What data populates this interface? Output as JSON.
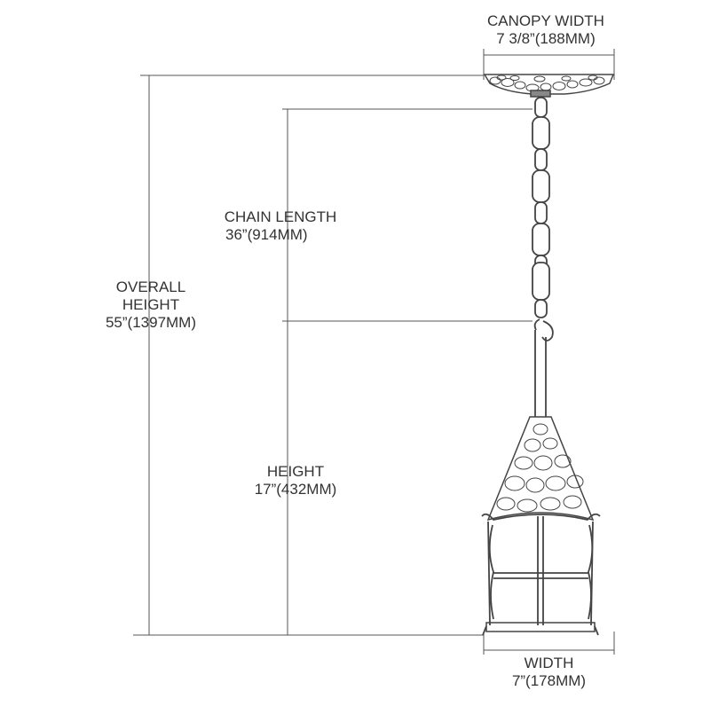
{
  "dimensions": {
    "canopy": {
      "title": "CANOPY WIDTH",
      "value": "7 3/8”(188MM)"
    },
    "chain": {
      "title": "CHAIN LENGTH",
      "value": "36”(914MM)"
    },
    "overall": {
      "title_line1": "OVERALL",
      "title_line2": "HEIGHT",
      "value": "55”(1397MM)"
    },
    "height": {
      "title": "HEIGHT",
      "value": "17”(432MM)"
    },
    "width": {
      "title": "WIDTH",
      "value": "7”(178MM)"
    }
  },
  "colors": {
    "line": "#444444",
    "text": "#333333",
    "dim_line": "#555555"
  }
}
